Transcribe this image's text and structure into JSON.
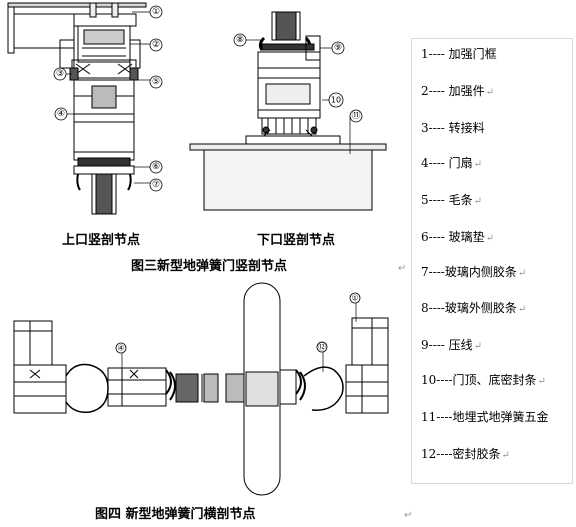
{
  "figures": {
    "fig3_upper_caption": "上口竖剖节点",
    "fig3_lower_caption": "下口竖剖节点",
    "fig3_title": "图三新型地弹簧门竖剖节点",
    "fig4_title": "图四   新型地弹簧门横剖节点"
  },
  "callouts": {
    "c1": "①",
    "c2": "②",
    "c3": "③",
    "c4": "④",
    "c5": "⑤",
    "c6": "⑥",
    "c7": "⑦",
    "c8": "⑧",
    "c9": "⑨",
    "c10": "10",
    "c11": "⑪",
    "c12": "⑫"
  },
  "legend": [
    {
      "label": "1---- 加强门框",
      "mark": ""
    },
    {
      "label": "2---- 加强件",
      "mark": "↵"
    },
    {
      "label": "3---- 转接料",
      "mark": ""
    },
    {
      "label": "4---- 门扇",
      "mark": "↵"
    },
    {
      "label": "5---- 毛条",
      "mark": "↵"
    },
    {
      "label": "6---- 玻璃垫",
      "mark": "↵"
    },
    {
      "label": "7----玻璃内侧胶条",
      "mark": "↵"
    },
    {
      "label": "8----玻璃外侧胶条",
      "mark": "↵"
    },
    {
      "label": "9---- 压线",
      "mark": "↵"
    },
    {
      "label": "10----门顶、底密封条",
      "mark": "↵"
    },
    {
      "label": "11----地埋式地弹簧五金",
      "mark": ""
    },
    {
      "label": "12----密封胶条",
      "mark": "↵"
    }
  ],
  "return_mark": "↵"
}
